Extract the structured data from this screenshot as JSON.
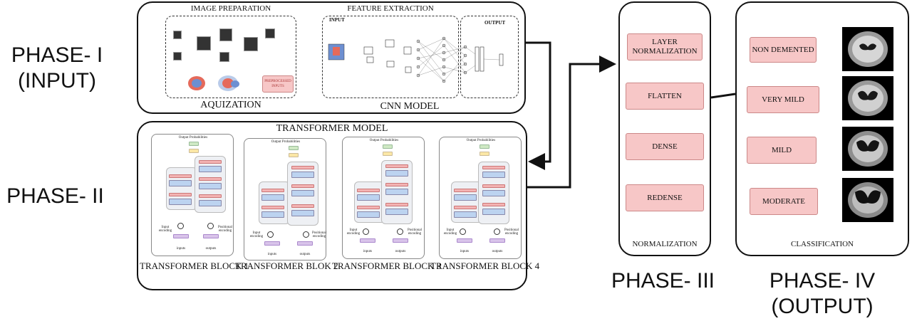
{
  "phases": {
    "p1": "PHASE- I\n(INPUT)",
    "p2": "PHASE- II",
    "p3": "PHASE- III",
    "p4": "PHASE- IV\n(OUTPUT)"
  },
  "phase1": {
    "image_preparation": "IMAGE PREPARATION",
    "aquization": "AQUIZATION",
    "feature_extraction": "FEATURE EXTRACTION",
    "cnn_model": "CNN MODEL",
    "input": "INPUT",
    "output": "OUTPUT",
    "preprocessed_inputs": "PREPROCESSED INPUTS"
  },
  "phase2": {
    "title": "TRANSFORMER MODEL",
    "blocks": [
      "TRANSFORMER BLOCK 1",
      "TRANSFORMER BLOK 2",
      "TRANSFORMER BLOCK 3",
      "TRANSFORMER BLOCK 4"
    ],
    "block_text": {
      "output_probabilities": "Output Probabilities",
      "input_encoding": "Input encoding",
      "positional_encoding": "Positional encoding",
      "inputs": "inputs",
      "outputs": "outputs"
    }
  },
  "phase3": {
    "layers": [
      "LAYER\nNORMALIZATION",
      "FLATTEN",
      "DENSE",
      "REDENSE"
    ],
    "caption": "NORMALIZATION"
  },
  "phase4": {
    "classes": [
      "NON DEMENTED",
      "VERY MILD",
      "MILD",
      "MODERATE"
    ],
    "caption": "CLASSIFICATION"
  }
}
